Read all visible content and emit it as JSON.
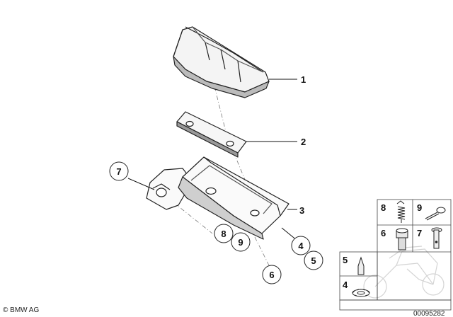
{
  "callouts": {
    "c1": "1",
    "c2": "2",
    "c3": "3",
    "c4": "4",
    "c5": "5",
    "c6": "6",
    "c7": "7",
    "c8": "8",
    "c9": "9"
  },
  "hardware_grid": {
    "cell_8": "8",
    "cell_9": "9",
    "cell_6": "6",
    "cell_7": "7",
    "cell_5": "5",
    "cell_4": "4"
  },
  "footer": {
    "copyright": "© BMW AG",
    "diagram_number": "00095282"
  }
}
